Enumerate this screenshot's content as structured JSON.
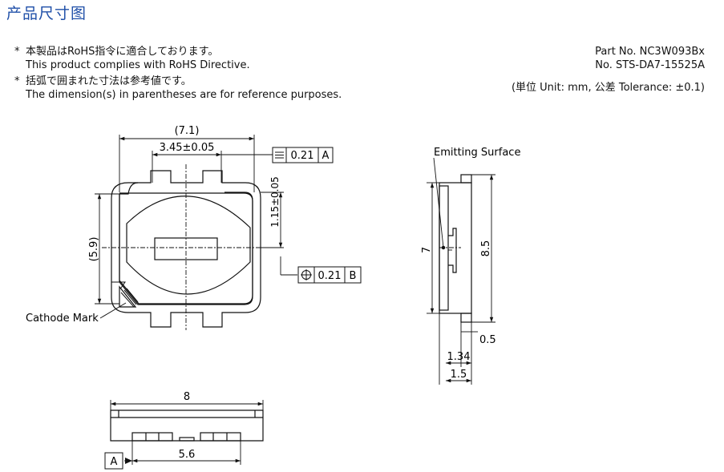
{
  "title": "产品尺寸图",
  "notes": [
    {
      "marker": "*",
      "jp": "本製品はRoHS指令に適合しております。",
      "en": "This product complies with RoHS Directive."
    },
    {
      "marker": "*",
      "jp": "括弧で囲まれた寸法は参考値です。",
      "en": "The dimension(s) in parentheses are for reference purposes."
    }
  ],
  "part_info": {
    "part_no": "Part No. NC3W093Bx",
    "doc_no": "No. STS-DA7-15525A",
    "units": "(単位 Unit: mm,  公差 Tolerance: ±0.1)"
  },
  "top_view": {
    "dim_width_ref": "(7.1)",
    "dim_pad_pitch": "3.45±0.05",
    "flatness_symbol": "⏥",
    "flatness_value": "0.21",
    "flatness_datum": "A",
    "dim_offset": "1.15±0.05",
    "position_symbol": "⊕",
    "position_value": "0.21",
    "position_datum": "B",
    "dim_height_ref": "(5.9)",
    "cathode_label": "Cathode Mark"
  },
  "side_view": {
    "emitting_label": "Emitting Surface",
    "dim_7": "7",
    "dim_85": "8.5",
    "dim_05": "0.5",
    "dim_134": "1.34",
    "dim_15": "1.5"
  },
  "bottom_view": {
    "dim_8": "8",
    "dim_56": "5.6",
    "datum_a": "A"
  }
}
